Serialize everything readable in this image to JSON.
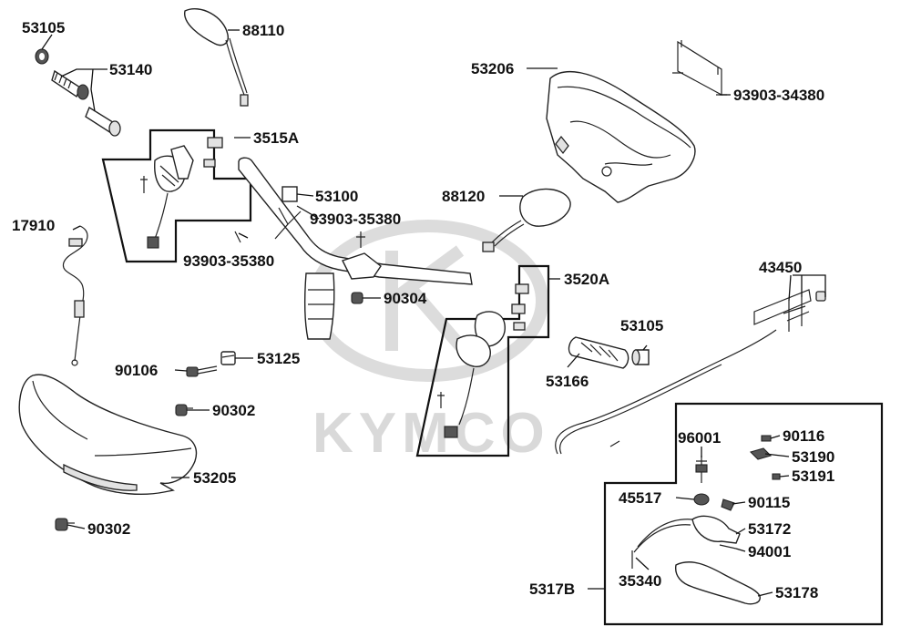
{
  "watermark": {
    "brand": "KYMCO"
  },
  "colors": {
    "line": "#222222",
    "watermark": "#d9d9d9",
    "background": "#ffffff"
  },
  "callouts": [
    "53105",
    "53140",
    "88110",
    "3515A",
    "53100",
    "93903-35380",
    "93903-35380",
    "17910",
    "90304",
    "90106",
    "53125",
    "90302",
    "53205",
    "90302",
    "53206",
    "93903-34380",
    "88120",
    "3520A",
    "53105",
    "53166",
    "43450",
    "96001",
    "90116",
    "53190",
    "53191",
    "45517",
    "90115",
    "53172",
    "94001",
    "35340",
    "5317B",
    "53178"
  ]
}
